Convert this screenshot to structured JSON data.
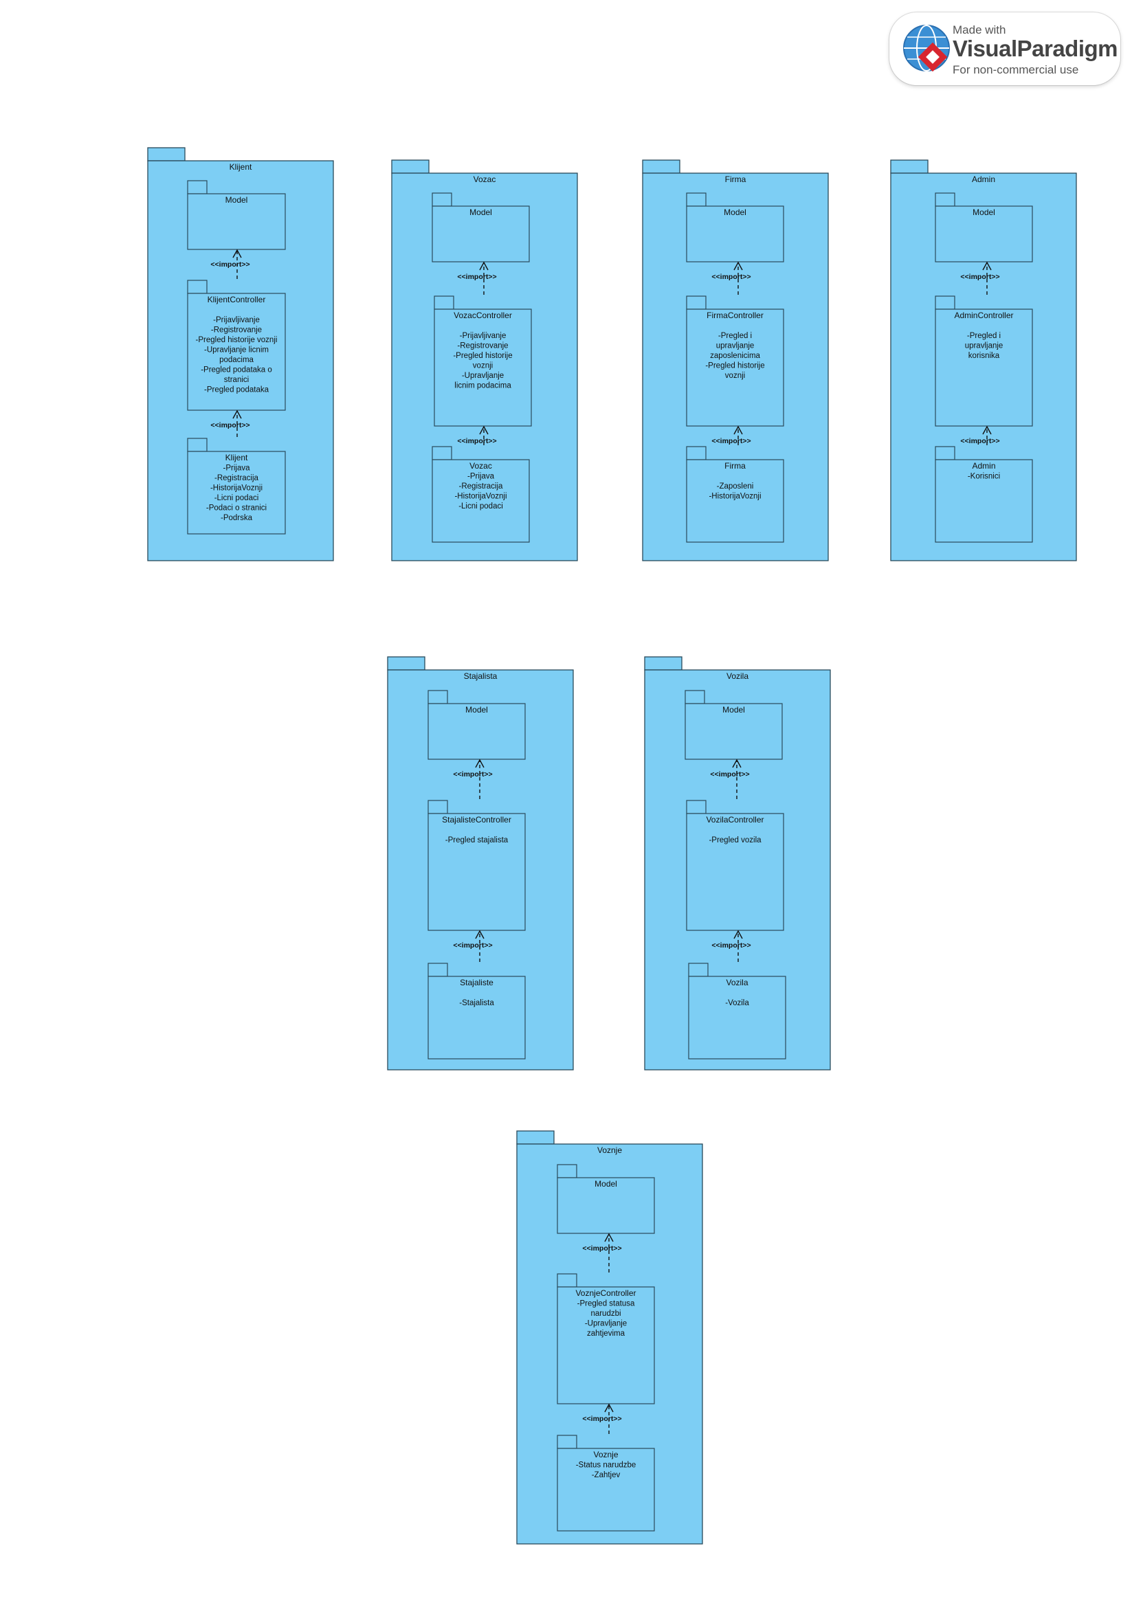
{
  "badge": {
    "made_with": "Made with",
    "brand_visual": "Visual",
    "brand_paradigm": "Paradigm",
    "note": "For non-commercial use"
  },
  "colors": {
    "package_fill": "#7dcef4",
    "stroke": "#2a4a5a"
  },
  "dependency_label": "<<import>>",
  "packages": [
    {
      "name": "Klijent",
      "subpackages": [
        {
          "name": "Model",
          "lines": []
        },
        {
          "name": "KlijentController",
          "lines": [
            "",
            "-Prijavljivanje",
            "-Registrovanje",
            "-Pregled historije voznji",
            "-Upravljanje licnim",
            "podacima",
            "-Pregled podataka o",
            "stranici",
            "-Pregled podataka"
          ]
        },
        {
          "name": "Klijent",
          "lines": [
            "-Prijava",
            "-Registracija",
            "-HistorijaVoznji",
            "-Licni podaci",
            "-Podaci o stranici",
            "-Podrska"
          ]
        }
      ]
    },
    {
      "name": "Vozac",
      "subpackages": [
        {
          "name": "Model",
          "lines": []
        },
        {
          "name": "VozacController",
          "lines": [
            "",
            "-Prijavljivanje",
            "-Registrovanje",
            "-Pregled historije",
            "voznji",
            "-Upravljanje",
            "licnim podacima"
          ]
        },
        {
          "name": "Vozac",
          "lines": [
            "-Prijava",
            "-Registracija",
            "-HistorijaVoznji",
            "-Licni podaci"
          ]
        }
      ]
    },
    {
      "name": "Firma",
      "subpackages": [
        {
          "name": "Model",
          "lines": []
        },
        {
          "name": "FirmaController",
          "lines": [
            "",
            "-Pregled i",
            "upravljanje",
            "zaposlenicima",
            "-Pregled historije",
            "voznji"
          ]
        },
        {
          "name": "Firma",
          "lines": [
            "",
            "-Zaposleni",
            "-HistorijaVoznji"
          ]
        }
      ]
    },
    {
      "name": "Admin",
      "subpackages": [
        {
          "name": "Model",
          "lines": []
        },
        {
          "name": "AdminController",
          "lines": [
            "",
            "-Pregled i",
            "upravljanje",
            "korisnika"
          ]
        },
        {
          "name": "Admin",
          "lines": [
            "-Korisnici"
          ]
        }
      ]
    },
    {
      "name": "Stajalista",
      "subpackages": [
        {
          "name": "Model",
          "lines": []
        },
        {
          "name": "StajalisteController",
          "lines": [
            "",
            "-Pregled stajalista"
          ]
        },
        {
          "name": "Stajaliste",
          "lines": [
            "",
            "-Stajalista"
          ]
        }
      ]
    },
    {
      "name": "Vozila",
      "subpackages": [
        {
          "name": "Model",
          "lines": []
        },
        {
          "name": "VozilaController",
          "lines": [
            "",
            "-Pregled vozila"
          ]
        },
        {
          "name": "Vozila",
          "lines": [
            "",
            "-Vozila"
          ]
        }
      ]
    },
    {
      "name": "Voznje",
      "subpackages": [
        {
          "name": "Model",
          "lines": []
        },
        {
          "name": "VoznjeController",
          "lines": [
            "-Pregled statusa",
            "narudzbi",
            "-Upravljanje",
            "zahtjevima"
          ]
        },
        {
          "name": "Voznje",
          "lines": [
            "-Status narudzbe",
            "-Zahtjev"
          ]
        }
      ]
    }
  ]
}
